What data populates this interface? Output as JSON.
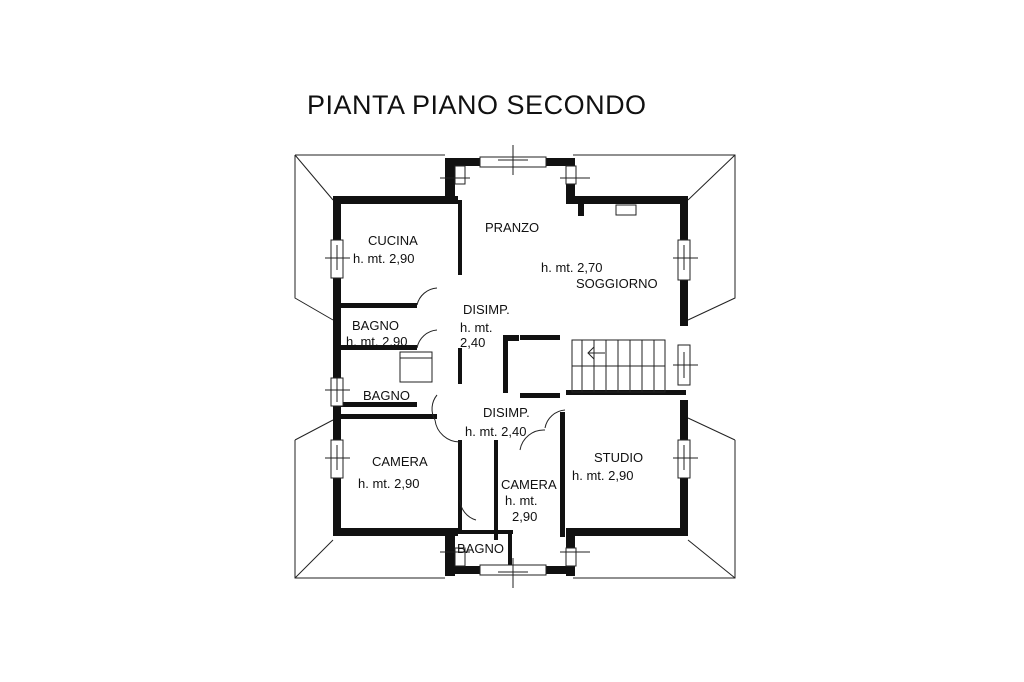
{
  "title": "PIANTA PIANO SECONDO",
  "rooms": {
    "cucina": {
      "name": "CUCINA",
      "height": "h. mt. 2,90"
    },
    "pranzo": {
      "name": "PRANZO"
    },
    "soggiorno": {
      "name": "SOGGIORNO",
      "height": "h. mt. 2,70"
    },
    "disimp_upper": {
      "name": "DISIMP.",
      "height_line1": "h. mt.",
      "height_line2": "2,40"
    },
    "bagno_upper": {
      "name": "BAGNO",
      "height": "h. mt. 2,90"
    },
    "bagno_middle": {
      "name": "BAGNO"
    },
    "disimp_lower": {
      "name": "DISIMP.",
      "height": "h. mt. 2,40"
    },
    "camera_left": {
      "name": "CAMERA",
      "height": "h. mt. 2,90"
    },
    "camera_center": {
      "name": "CAMERA",
      "height_line1": "h. mt.",
      "height_line2": "2,90"
    },
    "studio": {
      "name": "STUDIO",
      "height": "h. mt. 2,90"
    },
    "bagno_bottom": {
      "name": "BAGNO"
    }
  },
  "colors": {
    "wall": "#111111",
    "line": "#222222",
    "background": "#ffffff"
  }
}
